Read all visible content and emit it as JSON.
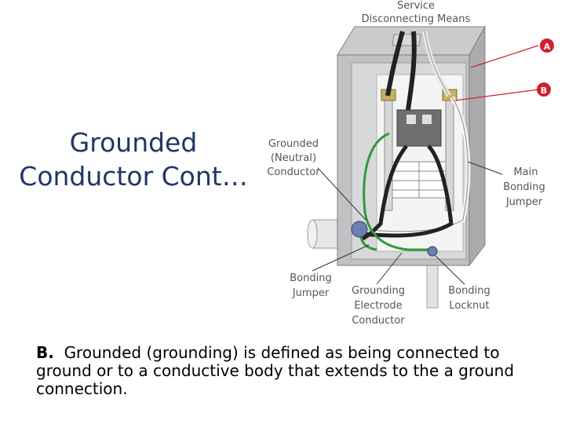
{
  "slide": {
    "title_line1": "Grounded",
    "title_line2": "Conductor Cont…"
  },
  "diagram": {
    "top_label_line1": "Service",
    "top_label_line2": "Disconnecting Means",
    "marker_a": "A",
    "marker_b": "B",
    "label_grounded_line1": "Grounded",
    "label_grounded_line2": "(Neutral)",
    "label_grounded_line3": "Conductor",
    "label_main_bonding_line1": "Main",
    "label_main_bonding_line2": "Bonding",
    "label_main_bonding_line3": "Jumper",
    "label_bonding_jumper_line1": "Bonding",
    "label_bonding_jumper_line2": "Jumper",
    "label_grounding_electrode_line1": "Grounding",
    "label_grounding_electrode_line2": "Electrode",
    "label_grounding_electrode_line3": "Conductor",
    "label_bonding_locknut_line1": "Bonding",
    "label_bonding_locknut_line2": "Locknut",
    "colors": {
      "marker": "#d0202e",
      "ground_wire": "#2e9a3a",
      "enclosure": "#bfc1c3",
      "title": "#1f3864"
    }
  },
  "caption": {
    "prefix": "B.",
    "text": "Grounded (grounding) is defined as being connected to ground or to a conductive body that extends to the a ground connection."
  }
}
